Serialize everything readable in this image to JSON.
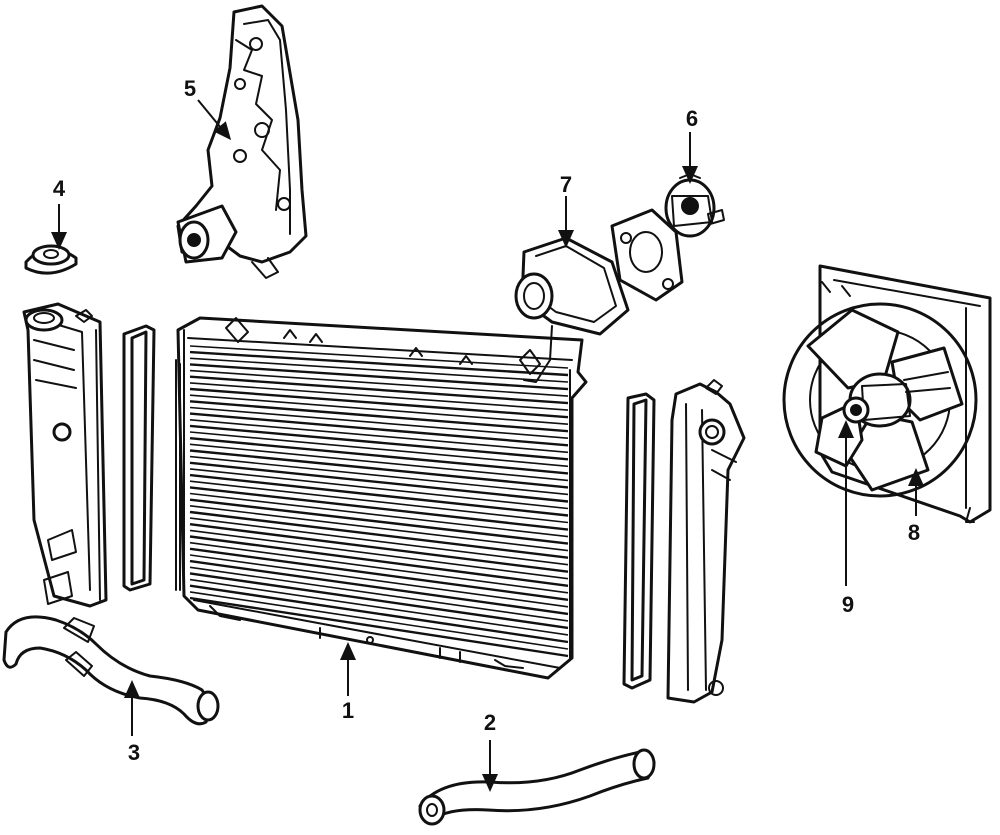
{
  "callouts": {
    "radiator": "1",
    "lower_hose": "2",
    "upper_hose": "3",
    "radiator_cap": "4",
    "water_pump": "5",
    "thermostat": "6",
    "thermostat_housing": "7",
    "fan_shroud": "8",
    "fan_motor": "9"
  }
}
